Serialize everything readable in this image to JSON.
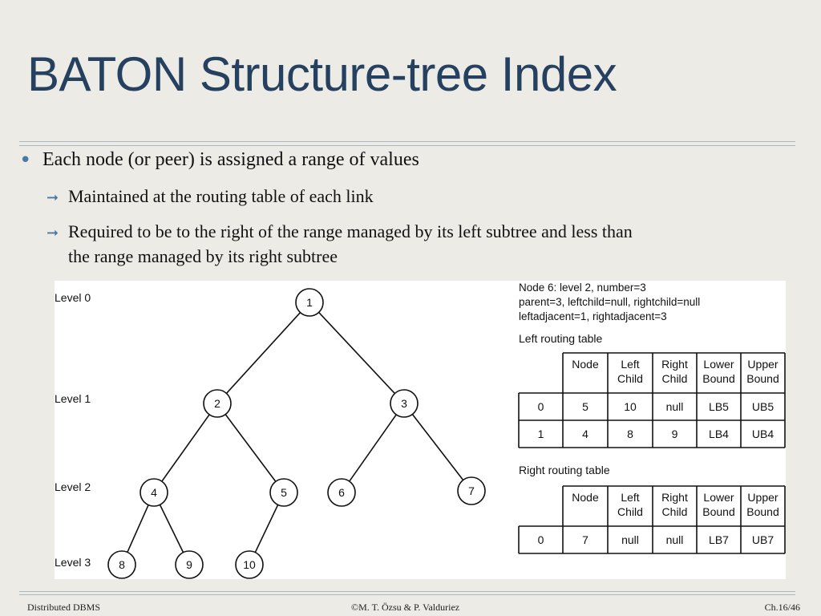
{
  "slide": {
    "title": "BATON Structure-tree Index",
    "bullet": "Each node (or peer) is assigned a range of values",
    "subbullets": [
      "Maintained at the routing table of each link",
      "Required to be to the right of the range managed by its left subtree and less than",
      "the range managed by its right subtree"
    ],
    "bullet_icon": "bullet-dot-icon",
    "subbullet_icon": "arrow-right-icon",
    "accent_color": "#4a79a6",
    "title_color": "#25415f"
  },
  "tree": {
    "levels": [
      "Level 0",
      "Level 1",
      "Level 2",
      "Level 3"
    ],
    "nodes": [
      {
        "id": "1"
      },
      {
        "id": "2"
      },
      {
        "id": "3"
      },
      {
        "id": "4"
      },
      {
        "id": "5"
      },
      {
        "id": "6"
      },
      {
        "id": "7"
      },
      {
        "id": "8"
      },
      {
        "id": "9"
      },
      {
        "id": "10"
      }
    ],
    "edges": [
      [
        "1",
        "2"
      ],
      [
        "1",
        "3"
      ],
      [
        "2",
        "4"
      ],
      [
        "2",
        "5"
      ],
      [
        "3",
        "6"
      ],
      [
        "3",
        "7"
      ],
      [
        "4",
        "8"
      ],
      [
        "4",
        "9"
      ],
      [
        "5",
        "10"
      ]
    ]
  },
  "node_info": {
    "line1": "Node 6: level 2, number=3",
    "line2": "parent=3, leftchild=null, rightchild=null",
    "line3": "leftadjacent=1, rightadjacent=3"
  },
  "left_table": {
    "caption": "Left routing table",
    "headers": [
      [
        "Node"
      ],
      [
        "Left",
        "Child"
      ],
      [
        "Right",
        "Child"
      ],
      [
        "Lower",
        "Bound"
      ],
      [
        "Upper",
        "Bound"
      ]
    ],
    "rows": [
      [
        "0",
        "5",
        "10",
        "null",
        "LB5",
        "UB5"
      ],
      [
        "1",
        "4",
        "8",
        "9",
        "LB4",
        "UB4"
      ]
    ]
  },
  "right_table": {
    "caption": "Right routing table",
    "headers": [
      [
        "Node"
      ],
      [
        "Left",
        "Child"
      ],
      [
        "Right",
        "Child"
      ],
      [
        "Lower",
        "Bound"
      ],
      [
        "Upper",
        "Bound"
      ]
    ],
    "rows": [
      [
        "0",
        "7",
        "null",
        "null",
        "LB7",
        "UB7"
      ]
    ]
  },
  "footer": {
    "left": "Distributed DBMS",
    "center": "©M. T. Özsu & P. Valduriez",
    "right": "Ch.16/46"
  }
}
